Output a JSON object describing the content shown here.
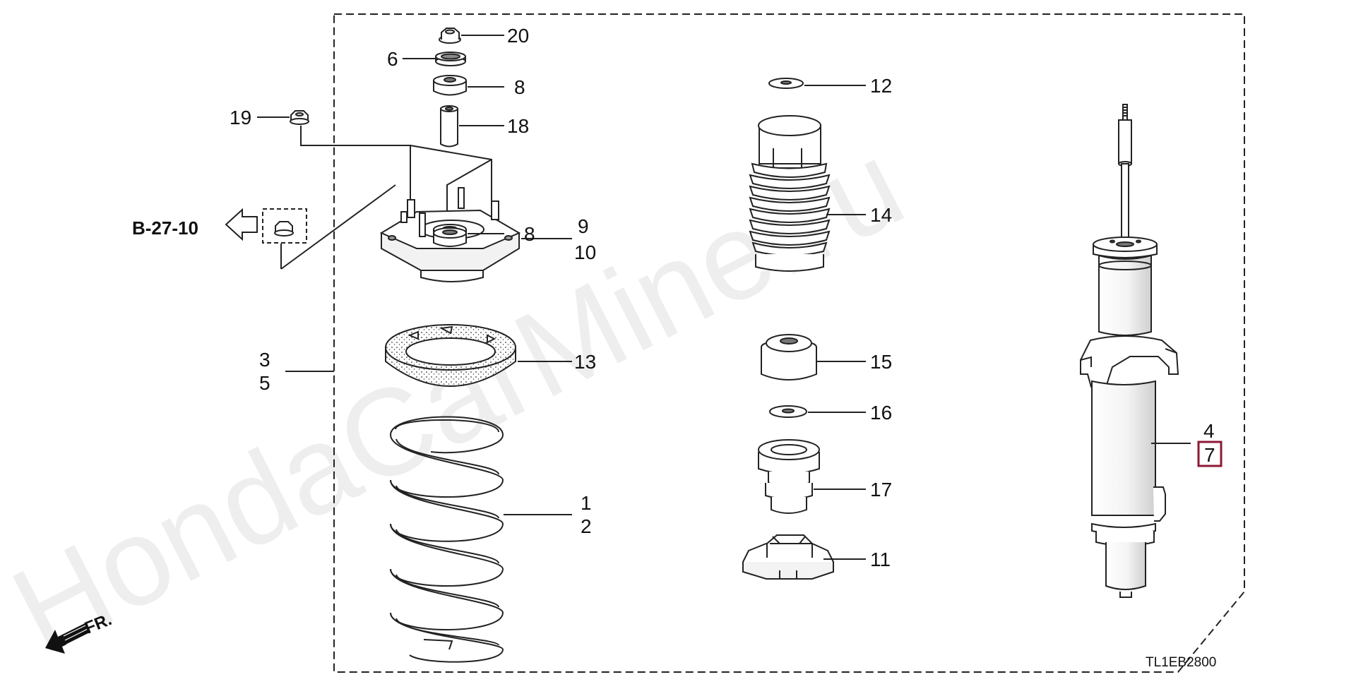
{
  "diagram": {
    "watermark": "HondaCarMine.ru",
    "direction_label": "FR.",
    "ref_code": "B-27-10",
    "drawing_code": "TL1EB2800",
    "highlight_color": "#8b1a35",
    "callouts": {
      "p20": "20",
      "p6": "6",
      "p8a": "8",
      "p19": "19",
      "p18": "18",
      "p9": "9",
      "p10": "10",
      "p8b": "8",
      "p3": "3",
      "p5": "5",
      "p13": "13",
      "p1": "1",
      "p2": "2",
      "p12": "12",
      "p14": "14",
      "p15": "15",
      "p16": "16",
      "p17": "17",
      "p11": "11",
      "p4": "4",
      "p7": "7"
    }
  }
}
